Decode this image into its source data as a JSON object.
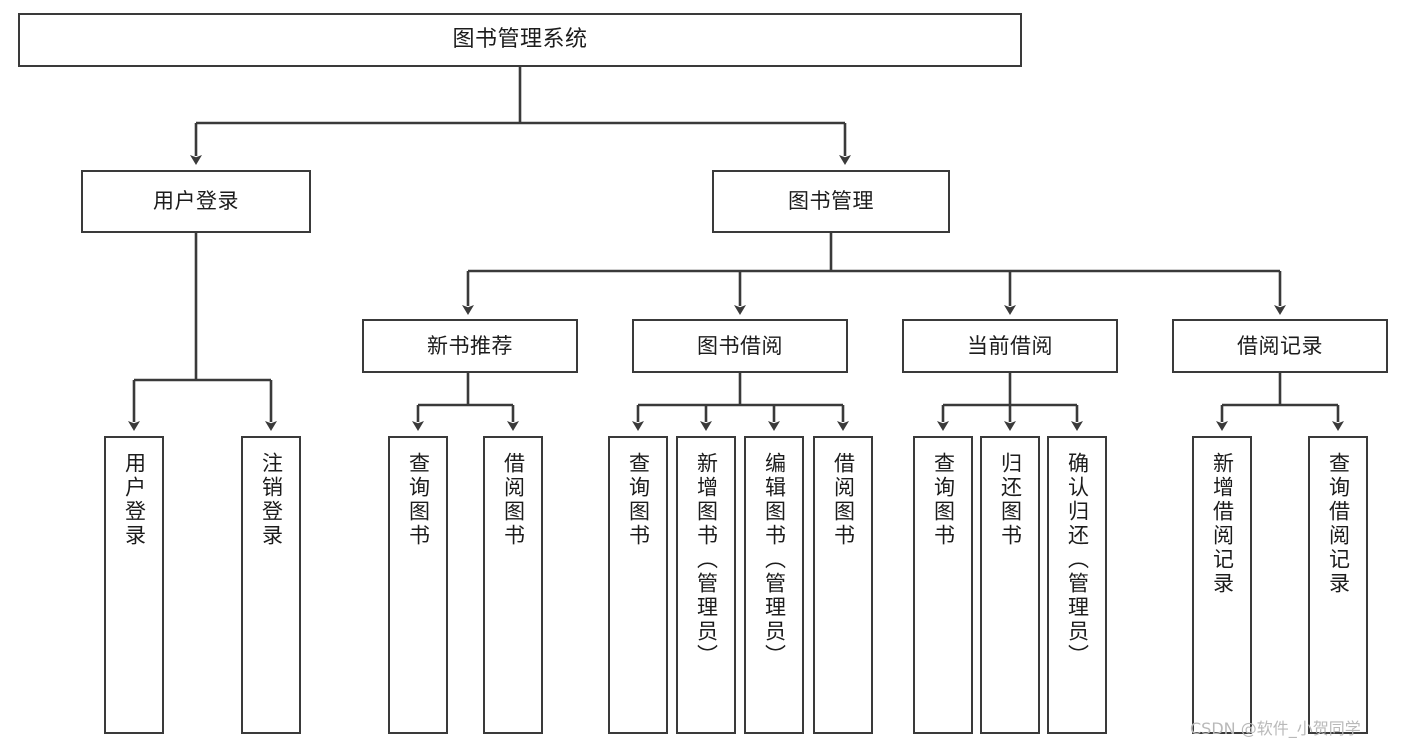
{
  "diagram": {
    "title": "图书管理系统",
    "type": "tree-hierarchy-diagram",
    "watermark": "CSDN @软件_小贺同学",
    "colors": {
      "box_border": "#3a3a3a",
      "box_fill": "#ffffff",
      "text": "#1c1c1c",
      "connector": "#3a3a3a",
      "watermark": "#b9b9b9",
      "background": "#ffffff"
    },
    "nodes": {
      "root": {
        "label": "图书管理系统"
      },
      "level2": [
        {
          "id": "user-login",
          "label": "用户登录"
        },
        {
          "id": "book-manage",
          "label": "图书管理"
        }
      ],
      "level3": [
        {
          "id": "new-book-recommend",
          "label": "新书推荐"
        },
        {
          "id": "book-borrow",
          "label": "图书借阅"
        },
        {
          "id": "current-borrow",
          "label": "当前借阅"
        },
        {
          "id": "borrow-record",
          "label": "借阅记录"
        }
      ],
      "leaves": {
        "user-login": [
          {
            "id": "leaf-user-login",
            "label": "用户登录"
          },
          {
            "id": "leaf-logout-login",
            "label": "注销登录"
          }
        ],
        "new-book-recommend": [
          {
            "id": "leaf-query-book-1",
            "label": "查询图书"
          },
          {
            "id": "leaf-borrow-book-1",
            "label": "借阅图书"
          }
        ],
        "book-borrow": [
          {
            "id": "leaf-query-book-2",
            "label": "查询图书"
          },
          {
            "id": "leaf-add-book",
            "label": "新增图书（管理员）"
          },
          {
            "id": "leaf-edit-book",
            "label": "编辑图书（管理员）"
          },
          {
            "id": "leaf-borrow-book-2",
            "label": "借阅图书"
          }
        ],
        "current-borrow": [
          {
            "id": "leaf-query-book-3",
            "label": "查询图书"
          },
          {
            "id": "leaf-return-book",
            "label": "归还图书"
          },
          {
            "id": "leaf-confirm-return",
            "label": "确认归还（管理员）"
          }
        ],
        "borrow-record": [
          {
            "id": "leaf-add-borrow-record",
            "label": "新增借阅记录"
          },
          {
            "id": "leaf-query-borrow-record",
            "label": "查询借阅记录"
          }
        ]
      }
    }
  }
}
